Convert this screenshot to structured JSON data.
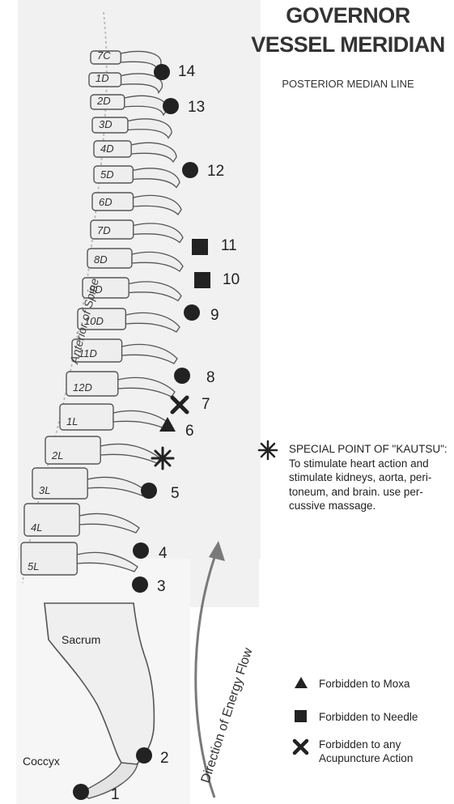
{
  "title_line1": "GOVERNOR",
  "title_line2": "VESSEL MERIDIAN",
  "subtitle": "POSTERIOR MEDIAN LINE",
  "special_point": {
    "heading": "SPECIAL POINT OF \"KAUTSU\":",
    "lines": [
      "To stimulate heart action and",
      "stimulate kidneys, aorta, peri-",
      "toneum, and brain. use per-",
      "cussive massage."
    ]
  },
  "legend": {
    "moxa": "Forbidden to Moxa",
    "needle": "Forbidden to Needle",
    "any_line1": "Forbidden to any",
    "any_line2": "Acupuncture Action"
  },
  "spine_label": "Anterior of Spine",
  "flow_label": "Direction of Energy Flow",
  "sacrum_label": "Sacrum",
  "coccyx_label": "Coccyx",
  "vertebrae": [
    "7C",
    "1D",
    "2D",
    "3D",
    "4D",
    "5D",
    "6D",
    "7D",
    "8D",
    "9D",
    "10D",
    "11D",
    "12D",
    "1L",
    "2L",
    "3L",
    "4L",
    "5L"
  ],
  "points": [
    {
      "number": "1",
      "marker": "circle"
    },
    {
      "number": "2",
      "marker": "circle"
    },
    {
      "number": "3",
      "marker": "circle"
    },
    {
      "number": "4",
      "marker": "circle"
    },
    {
      "number": "5",
      "marker": "circle"
    },
    {
      "number": "",
      "marker": "special"
    },
    {
      "number": "6",
      "marker": "triangle"
    },
    {
      "number": "7",
      "marker": "cross"
    },
    {
      "number": "8",
      "marker": "circle"
    },
    {
      "number": "9",
      "marker": "circle"
    },
    {
      "number": "10",
      "marker": "square"
    },
    {
      "number": "11",
      "marker": "square"
    },
    {
      "number": "12",
      "marker": "circle"
    },
    {
      "number": "13",
      "marker": "circle"
    },
    {
      "number": "14",
      "marker": "circle"
    }
  ],
  "colors": {
    "ink": "#222222",
    "bone_fill": "#eeeeee",
    "bone_line": "#555555",
    "arrow": "#777777",
    "backdrop": "#f0f0f0"
  }
}
